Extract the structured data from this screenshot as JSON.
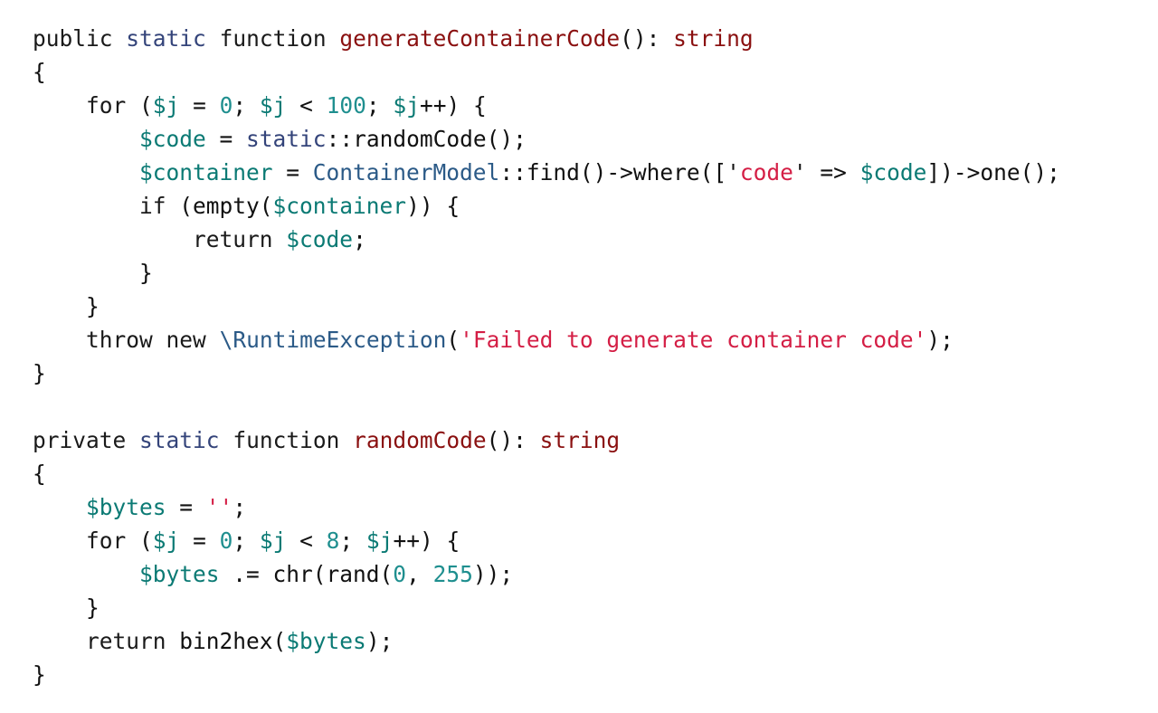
{
  "editor": {
    "language": "php",
    "colors": {
      "keyword": "#1a1a1a",
      "modifier": "#34447a",
      "function_name": "#8a1010",
      "type": "#8a1010",
      "variable": "#0b7a74",
      "number": "#1f8f8f",
      "string": "#d41e45",
      "class_name": "#2b5a87",
      "plain": "#111111"
    },
    "lines": [
      [
        [
          "kw",
          "public"
        ],
        [
          "plain",
          " "
        ],
        [
          "kw2",
          "static"
        ],
        [
          "plain",
          " "
        ],
        [
          "kw",
          "function"
        ],
        [
          "plain",
          " "
        ],
        [
          "fn",
          "generateContainerCode"
        ],
        [
          "plain",
          "(): "
        ],
        [
          "type",
          "string"
        ]
      ],
      [
        [
          "plain",
          "{"
        ]
      ],
      [
        [
          "plain",
          "    "
        ],
        [
          "kw",
          "for"
        ],
        [
          "plain",
          " ("
        ],
        [
          "var",
          "$j"
        ],
        [
          "plain",
          " = "
        ],
        [
          "num",
          "0"
        ],
        [
          "plain",
          "; "
        ],
        [
          "var",
          "$j"
        ],
        [
          "plain",
          " < "
        ],
        [
          "num",
          "100"
        ],
        [
          "plain",
          "; "
        ],
        [
          "var",
          "$j"
        ],
        [
          "plain",
          "++) {"
        ]
      ],
      [
        [
          "plain",
          "        "
        ],
        [
          "var",
          "$code"
        ],
        [
          "plain",
          " = "
        ],
        [
          "kw2",
          "static"
        ],
        [
          "plain",
          "::randomCode();"
        ]
      ],
      [
        [
          "plain",
          "        "
        ],
        [
          "var",
          "$container"
        ],
        [
          "plain",
          " = "
        ],
        [
          "cls",
          "ContainerModel"
        ],
        [
          "plain",
          "::find()->where(['"
        ],
        [
          "str",
          "code"
        ],
        [
          "plain",
          "' => "
        ],
        [
          "var",
          "$code"
        ],
        [
          "plain",
          "])->one();"
        ]
      ],
      [
        [
          "plain",
          "        "
        ],
        [
          "kw",
          "if"
        ],
        [
          "plain",
          " (empty("
        ],
        [
          "var",
          "$container"
        ],
        [
          "plain",
          ")) {"
        ]
      ],
      [
        [
          "plain",
          "            "
        ],
        [
          "kw",
          "return"
        ],
        [
          "plain",
          " "
        ],
        [
          "var",
          "$code"
        ],
        [
          "plain",
          ";"
        ]
      ],
      [
        [
          "plain",
          "        }"
        ]
      ],
      [
        [
          "plain",
          "    }"
        ]
      ],
      [
        [
          "plain",
          "    "
        ],
        [
          "kw",
          "throw"
        ],
        [
          "plain",
          " "
        ],
        [
          "kw",
          "new"
        ],
        [
          "plain",
          " "
        ],
        [
          "cls",
          "\\RuntimeException"
        ],
        [
          "plain",
          "("
        ],
        [
          "str",
          "'Failed to generate container code'"
        ],
        [
          "plain",
          ");"
        ]
      ],
      [
        [
          "plain",
          "}"
        ]
      ],
      [
        [
          "plain",
          ""
        ]
      ],
      [
        [
          "kw",
          "private"
        ],
        [
          "plain",
          " "
        ],
        [
          "kw2",
          "static"
        ],
        [
          "plain",
          " "
        ],
        [
          "kw",
          "function"
        ],
        [
          "plain",
          " "
        ],
        [
          "fn",
          "randomCode"
        ],
        [
          "plain",
          "(): "
        ],
        [
          "type",
          "string"
        ]
      ],
      [
        [
          "plain",
          "{"
        ]
      ],
      [
        [
          "plain",
          "    "
        ],
        [
          "var",
          "$bytes"
        ],
        [
          "plain",
          " = "
        ],
        [
          "str",
          "''"
        ],
        [
          "plain",
          ";"
        ]
      ],
      [
        [
          "plain",
          "    "
        ],
        [
          "kw",
          "for"
        ],
        [
          "plain",
          " ("
        ],
        [
          "var",
          "$j"
        ],
        [
          "plain",
          " = "
        ],
        [
          "num",
          "0"
        ],
        [
          "plain",
          "; "
        ],
        [
          "var",
          "$j"
        ],
        [
          "plain",
          " < "
        ],
        [
          "num",
          "8"
        ],
        [
          "plain",
          "; "
        ],
        [
          "var",
          "$j"
        ],
        [
          "plain",
          "++) {"
        ]
      ],
      [
        [
          "plain",
          "        "
        ],
        [
          "var",
          "$bytes"
        ],
        [
          "plain",
          " .= chr(rand("
        ],
        [
          "num",
          "0"
        ],
        [
          "plain",
          ", "
        ],
        [
          "num",
          "255"
        ],
        [
          "plain",
          "));"
        ]
      ],
      [
        [
          "plain",
          "    }"
        ]
      ],
      [
        [
          "plain",
          "    "
        ],
        [
          "kw",
          "return"
        ],
        [
          "plain",
          " bin2hex("
        ],
        [
          "var",
          "$bytes"
        ],
        [
          "plain",
          ");"
        ]
      ],
      [
        [
          "plain",
          "}"
        ]
      ]
    ]
  }
}
